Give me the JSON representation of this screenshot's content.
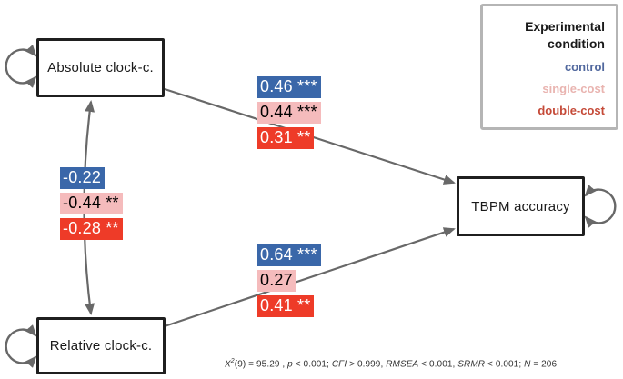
{
  "nodes": {
    "absolute": "Absolute clock-c.",
    "relative": "Relative clock-c.",
    "tbpm": "TBPM accuracy"
  },
  "paths": {
    "absolute_to_tbpm": {
      "control": "0.46 ***",
      "single_cost": "0.44 ***",
      "double_cost": "0.31 **"
    },
    "absolute_with_relative": {
      "control": "-0.22",
      "single_cost": "-0.44 **",
      "double_cost": "-0.28 **"
    },
    "relative_to_tbpm": {
      "control": "0.64 ***",
      "single_cost": "0.27",
      "double_cost": "0.41 **"
    }
  },
  "legend": {
    "title_line1": "Experimental",
    "title_line2": "condition",
    "items": [
      {
        "label": "control",
        "color": "#51689e"
      },
      {
        "label": "single-cost",
        "color": "#e9b4b0"
      },
      {
        "label": "double-cost",
        "color": "#c54a38"
      }
    ]
  },
  "colors": {
    "control_fill": "#3a67a9",
    "control_text": "#ffffff",
    "single_cost_fill": "#f5bbbc",
    "single_cost_text": "#000000",
    "double_cost_fill": "#ee3b28",
    "double_cost_text": "#ffffff",
    "line": "#686868",
    "node_border": "#1f1f1f",
    "legend_border": "#b5b5b5"
  },
  "fit_stats": {
    "x_label": "X",
    "x_sup": "2",
    "seg1": "(9) = 95.29 , ",
    "p_label": "p",
    "seg2": " < 0.001; ",
    "cfi_label": "CFI",
    "seg3": " > 0.999, ",
    "rmsea_label": "RMSEA",
    "seg4": " < 0.001, ",
    "srmr_label": "SRMR",
    "seg5": " < 0.001; ",
    "n_label": "N",
    "seg6": " = 206."
  }
}
